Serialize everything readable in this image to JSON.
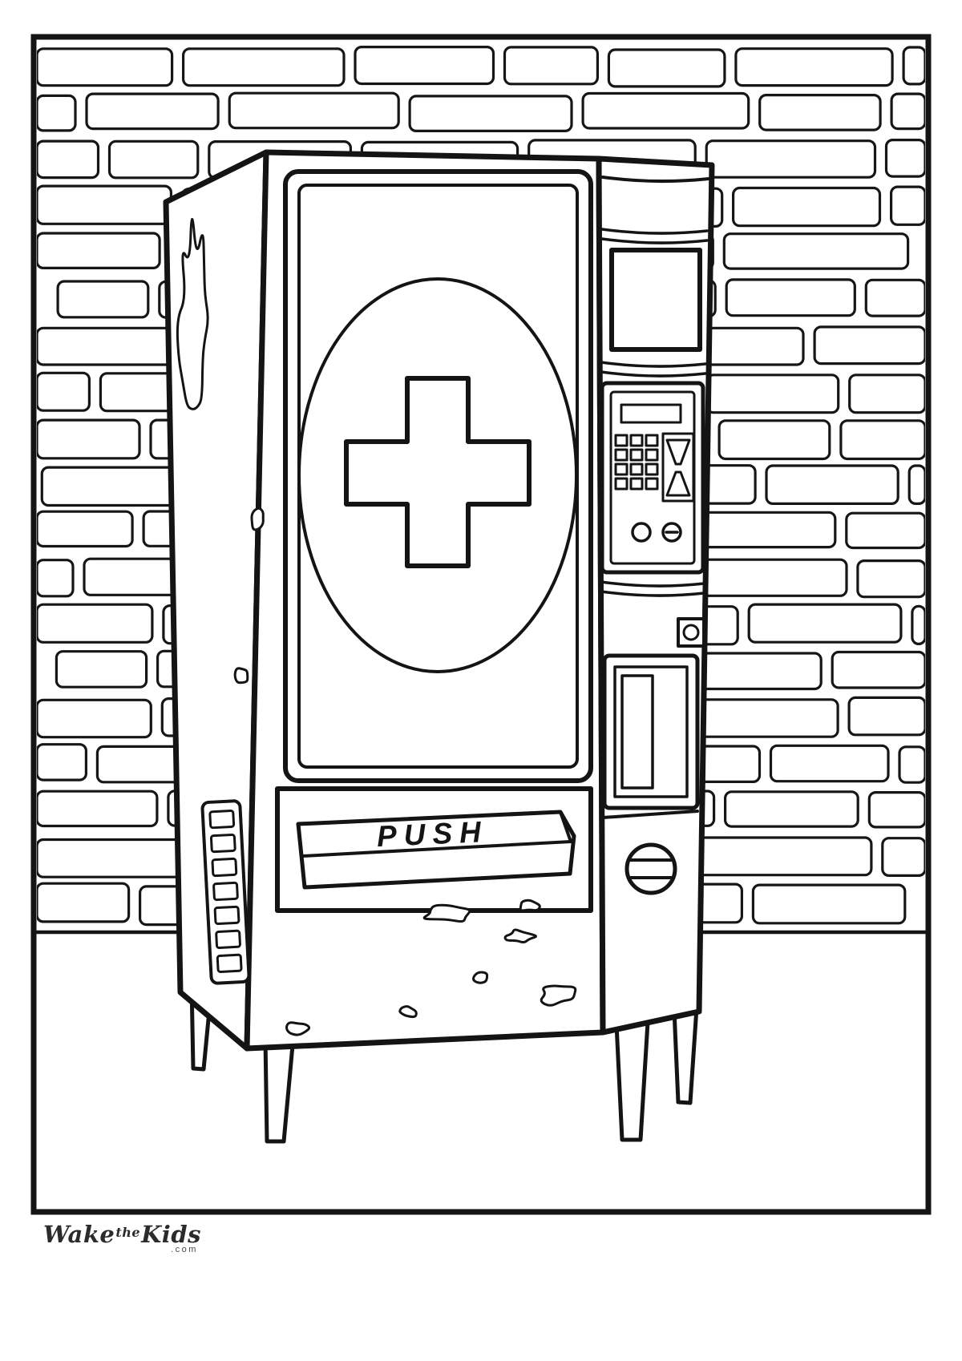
{
  "page": {
    "background_color": "#ffffff",
    "line_color": "#141414"
  },
  "machine": {
    "push_label": "PUSH",
    "icons": {
      "window_symbol": "medical-cross-icon",
      "coin_entry": "coin-slot-icon",
      "coin_return": "coin-return-icon",
      "door_lock": "lock-dial-icon"
    }
  },
  "footer_logo": {
    "word1": "Wake",
    "word2": "the",
    "word3": "Kids",
    "suffix": ".com"
  }
}
